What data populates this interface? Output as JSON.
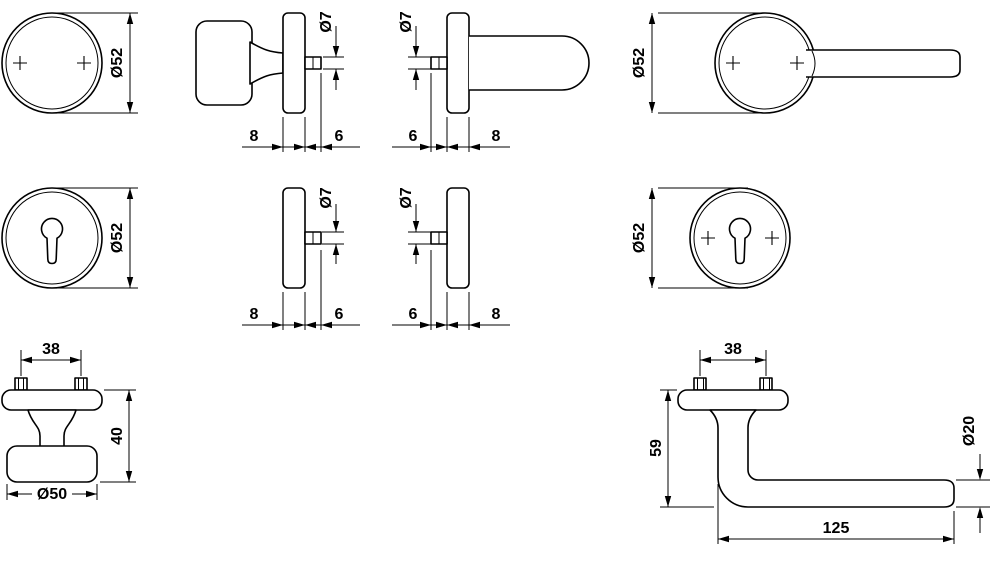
{
  "colors": {
    "line": "#000000",
    "background": "#ffffff",
    "text": "#000000"
  },
  "views": {
    "rose_front": {
      "dia": "Ø52"
    },
    "knob_side": {
      "spindle_dia": "Ø7",
      "rose_thickness": "8",
      "spindle_proj": "6"
    },
    "lever_side": {
      "spindle_dia": "Ø7",
      "spindle_proj": "6",
      "rose_thickness": "8"
    },
    "lever_front": {
      "dia": "Ø52"
    },
    "escutcheon_a": {
      "dia": "Ø52"
    },
    "rose_side_a": {
      "spindle_dia": "Ø7",
      "rose_thickness": "8",
      "spindle_proj": "6"
    },
    "rose_side_b": {
      "spindle_dia": "Ø7",
      "spindle_proj": "6",
      "rose_thickness": "8"
    },
    "escutcheon_b": {
      "dia": "Ø52"
    },
    "knob_elevation": {
      "screw_spacing": "38",
      "height": "40",
      "base_dia": "Ø50"
    },
    "lever_elevation": {
      "screw_spacing": "38",
      "height": "59",
      "grip_dia": "Ø20",
      "length": "125"
    }
  }
}
